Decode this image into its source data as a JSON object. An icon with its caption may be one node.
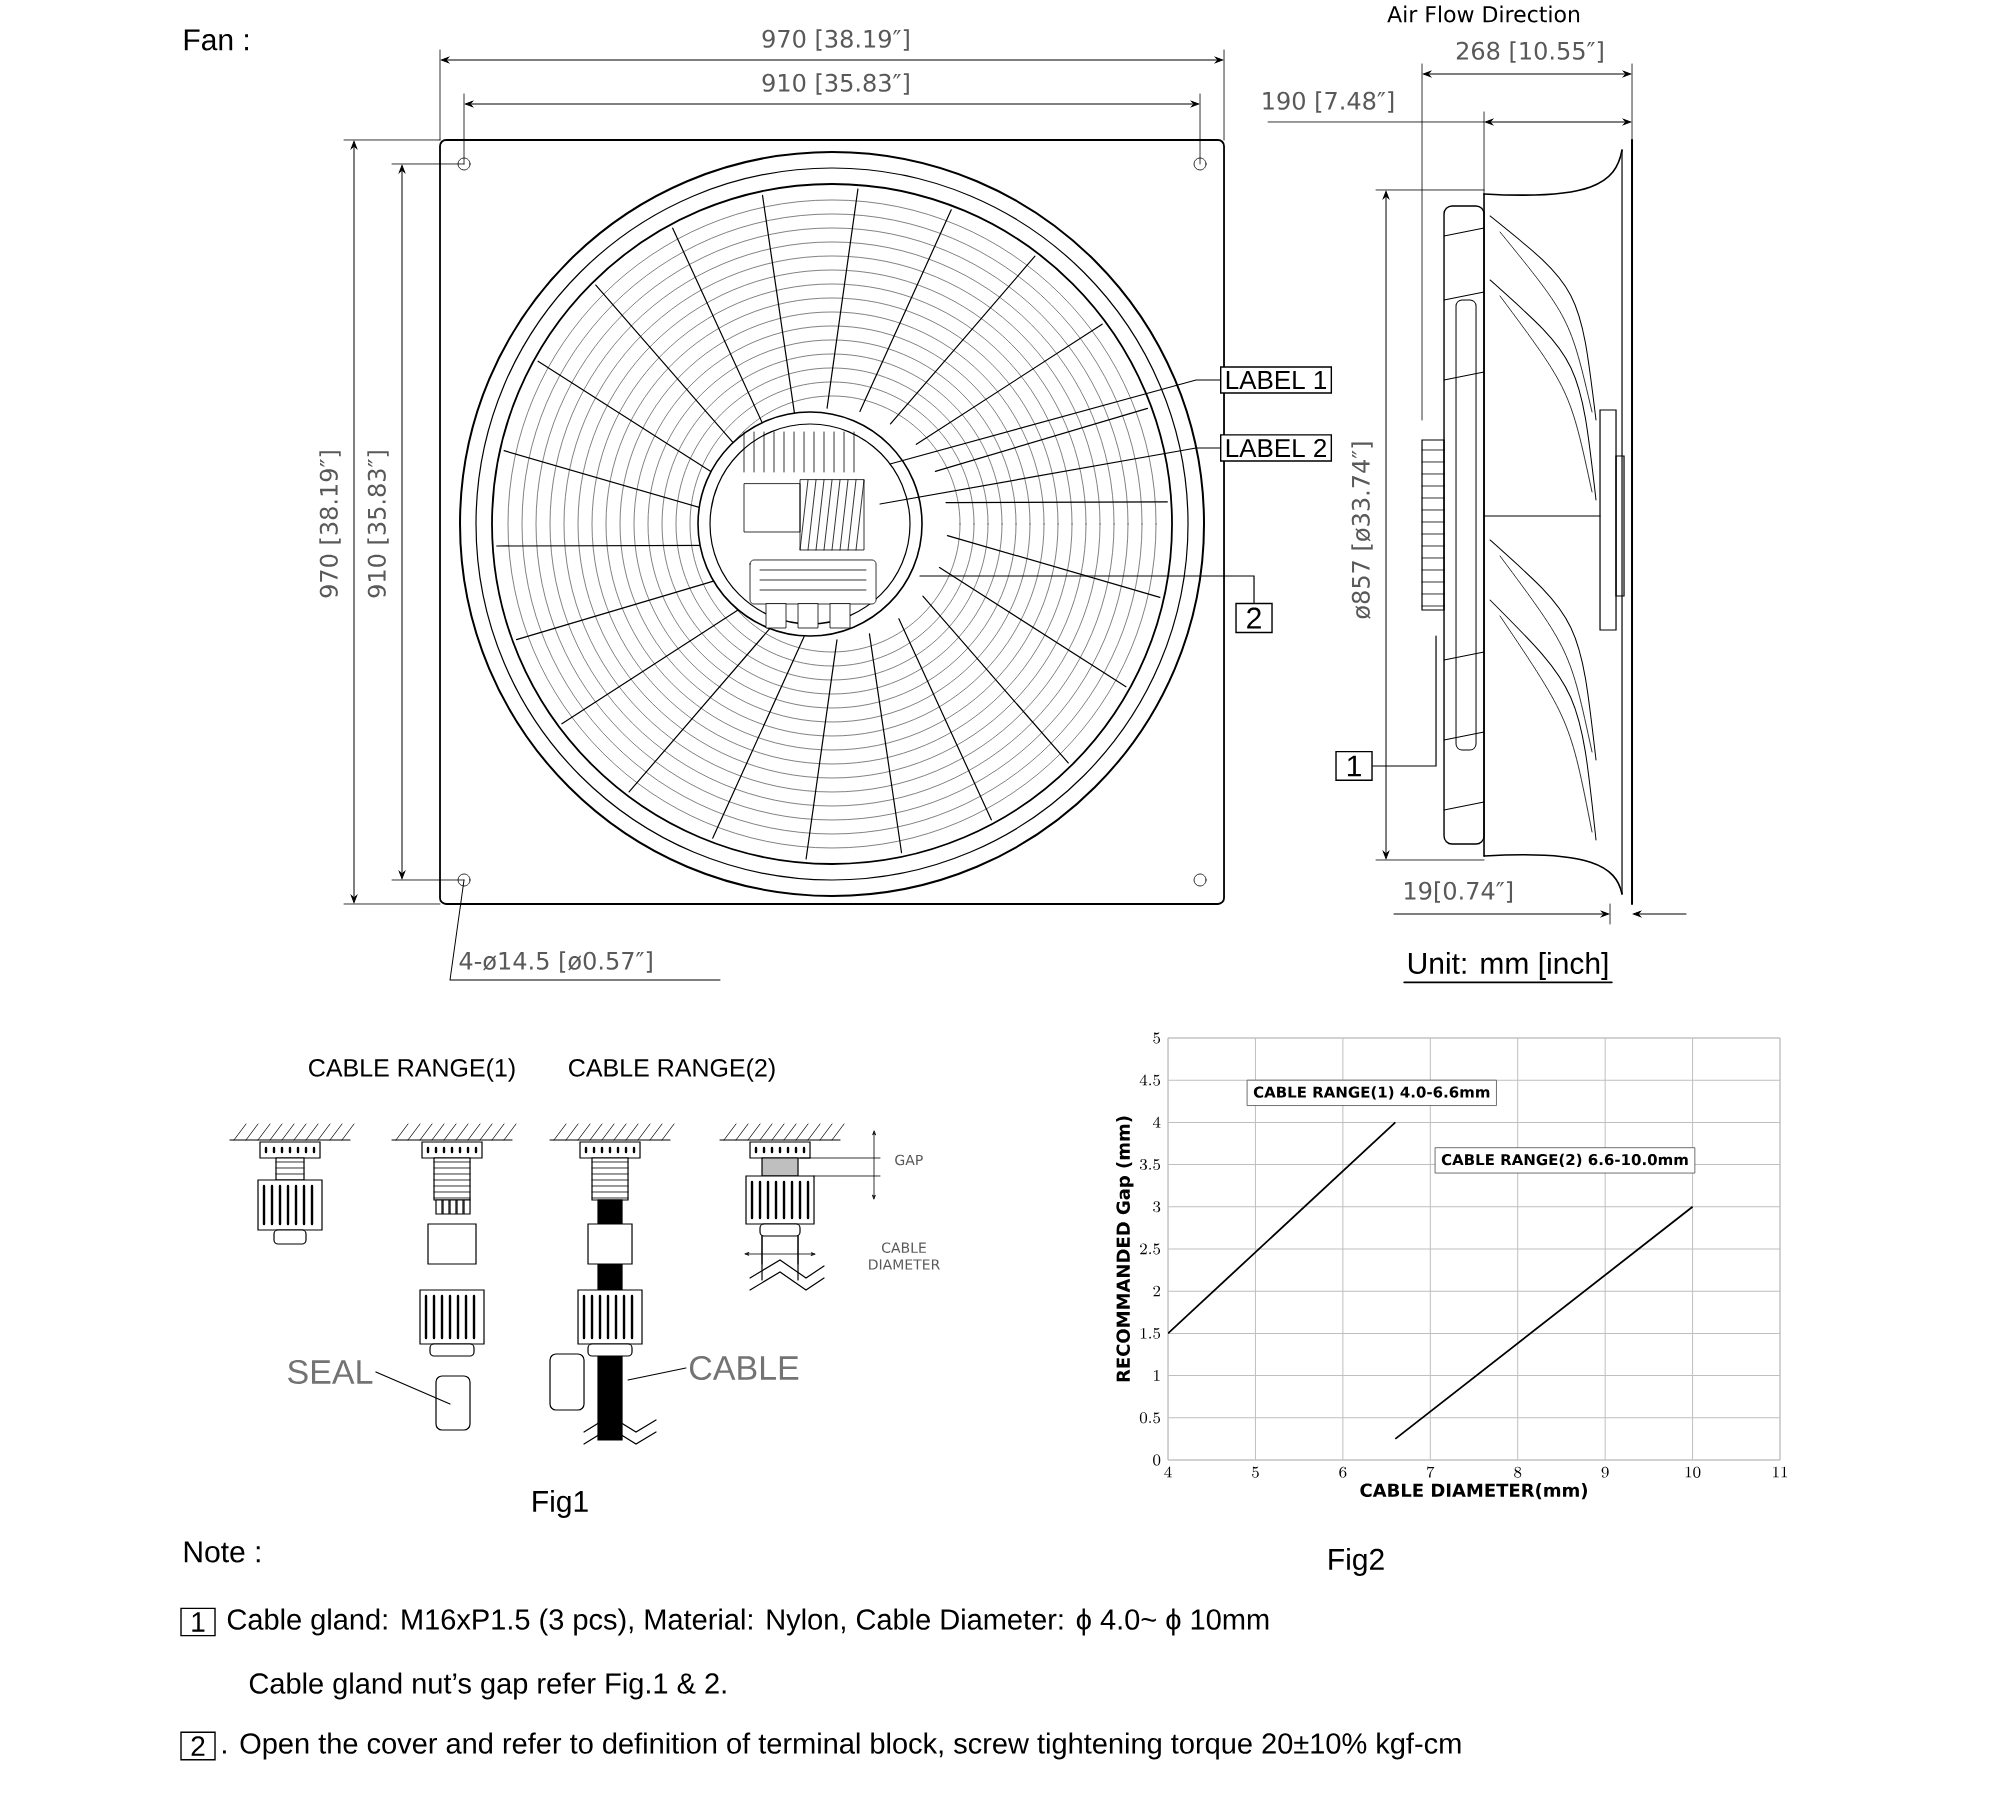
{
  "diagram": {
    "nodes": [
      {
        "text": [
          "LABEL 1"
        ]
      },
      {
        "text": [
          "LABEL 2"
        ]
      },
      {
        "text": [
          "2"
        ]
      },
      {
        "text": [
          "1"
        ]
      },
      {
        "text": [
          "SEAL"
        ]
      },
      {
        "text": [
          "CABLE"
        ]
      },
      {
        "text": [
          "1"
        ]
      },
      {
        "text": [
          "2"
        ]
      }
    ],
    "edges": [
      {
        "from": 0,
        "to": null,
        "arrow": "none"
      },
      {
        "from": 1,
        "to": null,
        "arrow": "none"
      },
      {
        "from": 2,
        "to": null,
        "arrow": "none"
      },
      {
        "from": 3,
        "to": null,
        "arrow": "none"
      },
      {
        "from": 4,
        "to": null,
        "arrow": "none"
      },
      {
        "from": 5,
        "to": null,
        "arrow": "none"
      }
    ],
    "labels": [
      "Fan :",
      "Air Flow Direction",
      "970 [38.19″]",
      "910 [35.83″]",
      "970 [38.19″]",
      "910 [35.83″]",
      "268 [10.55″]",
      "190 [7.48″]",
      "ø857 [ø33.74″]",
      "19[0.74″]",
      "4-ø14.5 [ø0.57″]",
      "Unit: mm [inch]",
      "CABLE RANGE(1)",
      "CABLE RANGE(2)",
      "GAP",
      "CABLE DIAMETER",
      "Fig1",
      "Note :",
      "Fig2",
      "Cable gland: M16xP1.5 (3 pcs), Material: Nylon, Cable Diameter: ϕ 4.0~ ϕ 10mm",
      "Cable gland nut’s gap refer Fig.1 & 2.",
      ". Open the cover and refer to definition of terminal block, screw tightening torque 20±10% kgf-cm"
    ],
    "chart_data": {
      "type": "line",
      "xlabel": "CABLE DIAMETER(mm)",
      "ylabel": "RECOMMANDED Gap (mm)",
      "x": [
        4,
        6.6,
        10
      ],
      "series": [
        {
          "name": "CABLE RANGE(1) 4.0-6.6mm",
          "values": [
            1.5,
            4,
            null
          ]
        },
        {
          "name": "CABLE RANGE(2) 6.6-10.0mm",
          "values": [
            null,
            0.25,
            3
          ]
        }
      ],
      "xlim": [
        4,
        11
      ],
      "ylim": [
        0,
        5
      ],
      "grid": true,
      "xticks": [
        4,
        5,
        6,
        7,
        8,
        9,
        10,
        11
      ],
      "yticks": [
        0,
        0.5,
        1,
        1.5,
        2,
        2.5,
        3,
        3.5,
        4,
        4.5,
        5
      ]
    }
  }
}
